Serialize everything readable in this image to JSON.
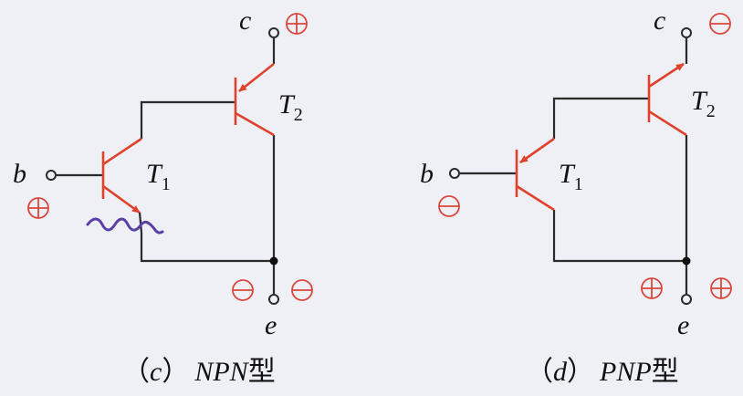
{
  "circuit_c": {
    "terminal_c": "c",
    "terminal_b": "b",
    "terminal_e": "e",
    "t1_name": "T",
    "t1_sub": "1",
    "t2_name": "T",
    "t2_sub": "2",
    "caption_open": "（",
    "caption_letter": "c",
    "caption_close": "）",
    "caption_type": "NPN",
    "caption_suffix": "型",
    "polarity": {
      "c": "plus",
      "b": "plus",
      "e_left": "minus",
      "e_right": "minus"
    }
  },
  "circuit_d": {
    "terminal_c": "c",
    "terminal_b": "b",
    "terminal_e": "e",
    "t1_name": "T",
    "t1_sub": "1",
    "t2_name": "T",
    "t2_sub": "2",
    "caption_open": "（",
    "caption_letter": "d",
    "caption_close": "）",
    "caption_type": "PNP",
    "caption_suffix": "型",
    "polarity": {
      "c": "minus",
      "b": "minus",
      "e_left": "plus",
      "e_right": "plus"
    }
  },
  "colors": {
    "background": "#eef0f6",
    "wire": "#2a2a2a",
    "transistor": "#e0412c",
    "polarity_symbol": "#d9473b",
    "annotation_squiggle": "#5a3fa8"
  }
}
